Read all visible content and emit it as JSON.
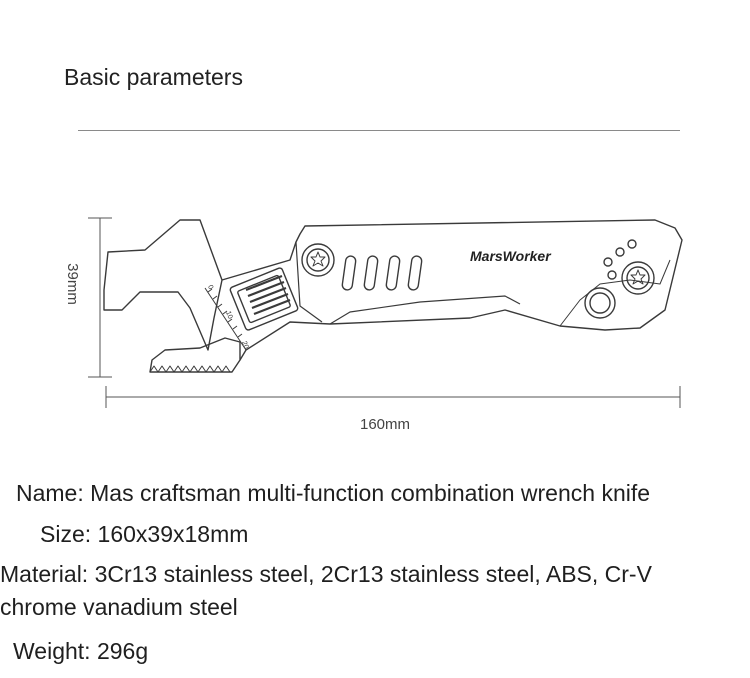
{
  "heading": "Basic parameters",
  "drawing": {
    "brand": "MarsWorker",
    "height_dim": "39mm",
    "length_dim": "160mm",
    "scale_marks": [
      "0",
      "10",
      "20"
    ]
  },
  "specs": {
    "name": "Name: Mas craftsman multi-function combination wrench knife",
    "size": "Size: 160x39x18mm",
    "material_line1": "Material: 3Cr13 stainless steel, 2Cr13 stainless steel, ABS, Cr-V",
    "material_line2": "chrome vanadium steel",
    "weight": "Weight: 296g"
  }
}
